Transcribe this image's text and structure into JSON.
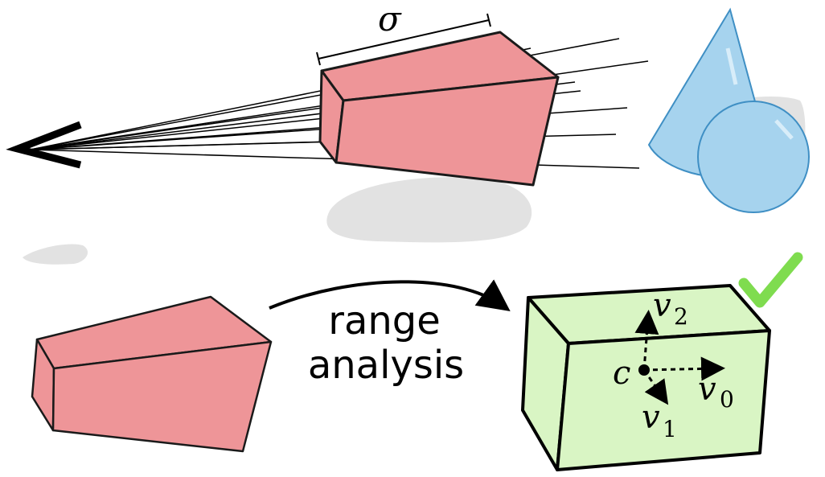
{
  "labels": {
    "sigma": "σ",
    "range_line1": "range",
    "range_line2": "analysis",
    "c": "c",
    "v0": "v",
    "v0_sub": "0",
    "v1": "v",
    "v1_sub": "1",
    "v2": "v",
    "v2_sub": "2"
  },
  "colors": {
    "frustum_fill": "#ee9598",
    "frustum_stroke": "#1a1a1a",
    "box_fill": "#d9f5c4",
    "sphere_fill": "#a6d3ee",
    "sphere_stroke": "#3f8fc4",
    "shadow": "#e2e2e2",
    "check": "#7fdc4f",
    "arrow": "#000000"
  },
  "icons": {
    "arrowhead": "arrowhead-icon",
    "check": "check-icon"
  }
}
